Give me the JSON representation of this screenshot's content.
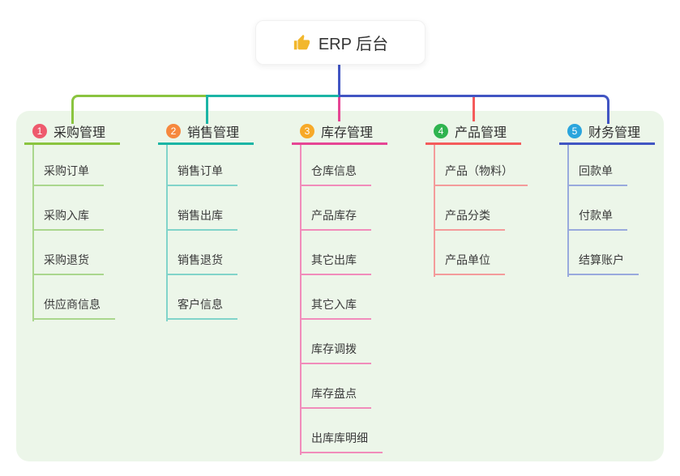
{
  "root": {
    "title": "ERP 后台",
    "icon": "thumbs-up-icon"
  },
  "colors": {
    "canvas_bg": "#ffffff",
    "panel_bg": "#ecf6e9",
    "stem": "#4155c3"
  },
  "branches": [
    {
      "index": "1",
      "label": "采购管理",
      "badge_color": "#ee5a6d",
      "line_color": "#8ac43f",
      "child_line_color": "#aad78d",
      "items": [
        "采购订单",
        "采购入库",
        "采购退货",
        "供应商信息"
      ]
    },
    {
      "index": "2",
      "label": "销售管理",
      "badge_color": "#f6883e",
      "line_color": "#1bb5a5",
      "child_line_color": "#81d4ca",
      "items": [
        "销售订单",
        "销售出库",
        "销售退货",
        "客户信息"
      ]
    },
    {
      "index": "3",
      "label": "库存管理",
      "badge_color": "#f7a928",
      "line_color": "#e64594",
      "child_line_color": "#f18cbb",
      "items": [
        "仓库信息",
        "产品库存",
        "其它出库",
        "其它入库",
        "库存调拨",
        "库存盘点",
        "出库库明细"
      ]
    },
    {
      "index": "4",
      "label": "产品管理",
      "badge_color": "#2fb44f",
      "line_color": "#f45b5b",
      "child_line_color": "#f49b9b",
      "items": [
        "产品（物料）",
        "产品分类",
        "产品单位"
      ]
    },
    {
      "index": "5",
      "label": "财务管理",
      "badge_color": "#2aa5dd",
      "line_color": "#4155c3",
      "child_line_color": "#99aadd",
      "items": [
        "回款单",
        "付款单",
        "结算账户"
      ]
    }
  ]
}
